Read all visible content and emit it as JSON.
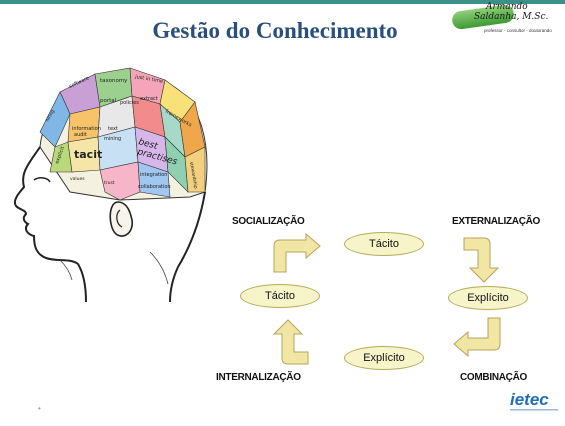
{
  "slide": {
    "title": "Gestão do Conhecimento",
    "bullet": "•"
  },
  "logo": {
    "signature_line1": "Armando",
    "signature_line2": "Saldanha, M.Sc.",
    "subtitle": "professor - consultor - doutorando"
  },
  "brand": {
    "name": "ietec",
    "color": "#1e6fb5"
  },
  "phrenology": {
    "words": [
      "software",
      "taxonomy",
      "just in time",
      "portal",
      "policies",
      "extract",
      "frameworks",
      "information audit",
      "best practices",
      "tacit",
      "integration",
      "collaboration",
      "mining",
      "text",
      "explicit",
      "trust",
      "hiring",
      "values",
      "stewardship"
    ]
  },
  "cycle": {
    "labels": {
      "socializacao": "SOCIALIZAÇÃO",
      "externalizacao": "EXTERNALIZAÇÃO",
      "internalizacao": "INTERNALIZAÇÃO",
      "combinacao": "COMBINAÇÃO"
    },
    "nodes": {
      "top": "Tácito",
      "left": "Tácito",
      "right": "Explícito",
      "bottom": "Explícito"
    },
    "colors": {
      "node_fill": "#f7f4c9",
      "arrow_fill": "#f2e6a5",
      "arrow_stroke": "#b7a457"
    }
  }
}
